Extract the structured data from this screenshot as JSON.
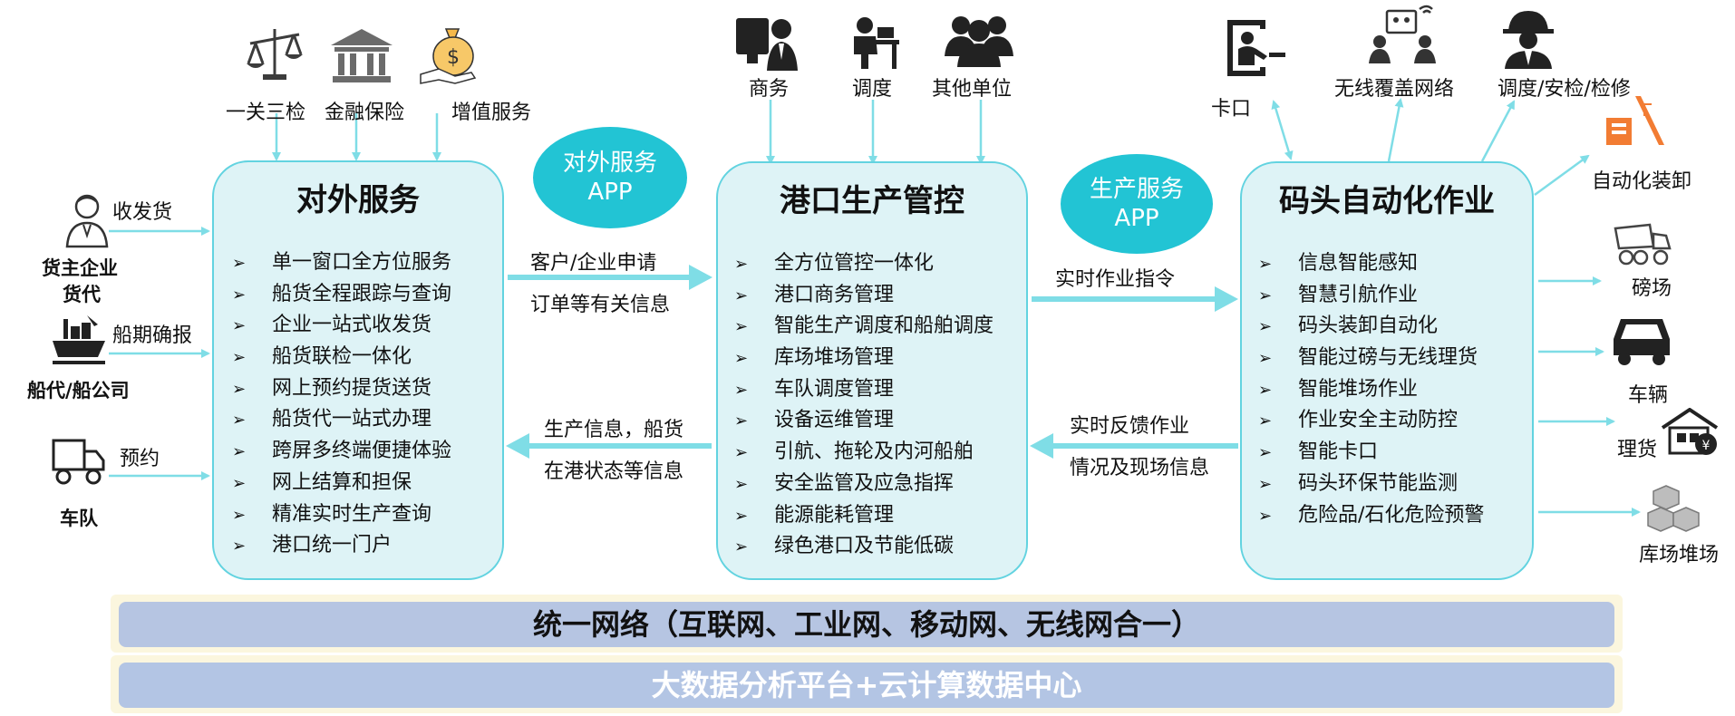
{
  "top_left": {
    "one_pass_three_inspections": "一关三检",
    "finance_insurance": "金融保险",
    "value_added_services": "增值服务"
  },
  "top_middle": {
    "business": "商务",
    "dispatch": "调度",
    "other_units": "其他单位"
  },
  "top_right": {
    "checkpoint": "卡口",
    "wireless_coverage": "无线覆盖网络",
    "dispatch_security_repair": "调度/安检/检修"
  },
  "left_actors": {
    "ship_send_receive": "收发货",
    "cargo_owner_line1": "货主企业",
    "cargo_owner_line2": "货代",
    "ship_schedule": "船期确报",
    "ship_agent": "船代/船公司",
    "appointment": "预约",
    "fleet": "车队"
  },
  "panels": {
    "external": {
      "title": "对外服务",
      "items": [
        "单一窗口全方位服务",
        "船货全程跟踪与查询",
        "企业一站式收发货",
        "船货联检一体化",
        "网上预约提货送货",
        "船货代一站式办理",
        "跨屏多终端便捷体验",
        "网上结算和担保",
        "精准实时生产查询",
        "港口统一门户"
      ]
    },
    "port": {
      "title": "港口生产管控",
      "items": [
        "全方位管控一体化",
        "港口商务管理",
        "智能生产调度和船舶调度",
        "库场堆场管理",
        "车队调度管理",
        "设备运维管理",
        "引航、拖轮及内河船舶",
        "安全监管及应急指挥",
        "能源能耗管理",
        "绿色港口及节能低碳"
      ]
    },
    "terminal": {
      "title": "码头自动化作业",
      "items": [
        "信息智能感知",
        "智慧引航作业",
        "码头装卸自动化",
        "智能过磅与无线理货",
        "智能堆场作业",
        "作业安全主动防控",
        "智能卡口",
        "码头环保节能监测",
        "危险品/石化危险预警"
      ]
    }
  },
  "apps": {
    "external_app": "对外服务APP",
    "production_app": "生产服务APP"
  },
  "flows": {
    "customer_apply": "客户/企业申请",
    "order_info": "订单等有关信息",
    "production_info": "生产信息，船货",
    "in_port_status": "在港状态等信息",
    "realtime_instruction": "实时作业指令",
    "realtime_feedback": "实时反馈作业",
    "site_info": "情况及现场信息"
  },
  "right_outputs": {
    "auto_loading": "自动化装卸",
    "weighbridge": "磅场",
    "vehicle": "车辆",
    "tally": "理货",
    "yard": "库场堆场"
  },
  "bars": {
    "network": "统一网络（互联网、工业网、移动网、无线网合一）",
    "platform": "大数据分析平台+云计算数据中心"
  },
  "bullet": "➢",
  "colors": {
    "panel_fill": "#def3f6",
    "panel_border": "#62d3e0",
    "app_fill": "#22c4d4",
    "arrow": "#7fdde6",
    "bar1_fill": "#b6c5e2",
    "bar2_fill": "#b3c5e4",
    "bar_text_dark": "#111111",
    "bar_text_light": "#ffffff"
  }
}
